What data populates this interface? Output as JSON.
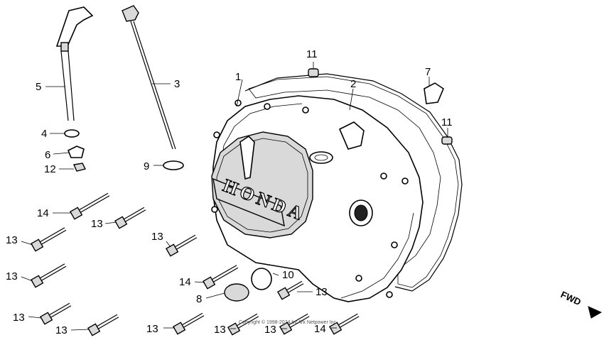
{
  "diagram": {
    "brand_text": "HONDA",
    "direction_label": "FWD",
    "copyright": "Copyright © 1998-2024 by Ark Netpower Inc.",
    "callouts": [
      "1",
      "2",
      "3",
      "4",
      "5",
      "6",
      "7",
      "8",
      "9",
      "10",
      "11",
      "11",
      "12",
      "13",
      "13",
      "13",
      "13",
      "13",
      "13",
      "13",
      "13",
      "13",
      "13",
      "14",
      "14"
    ]
  }
}
